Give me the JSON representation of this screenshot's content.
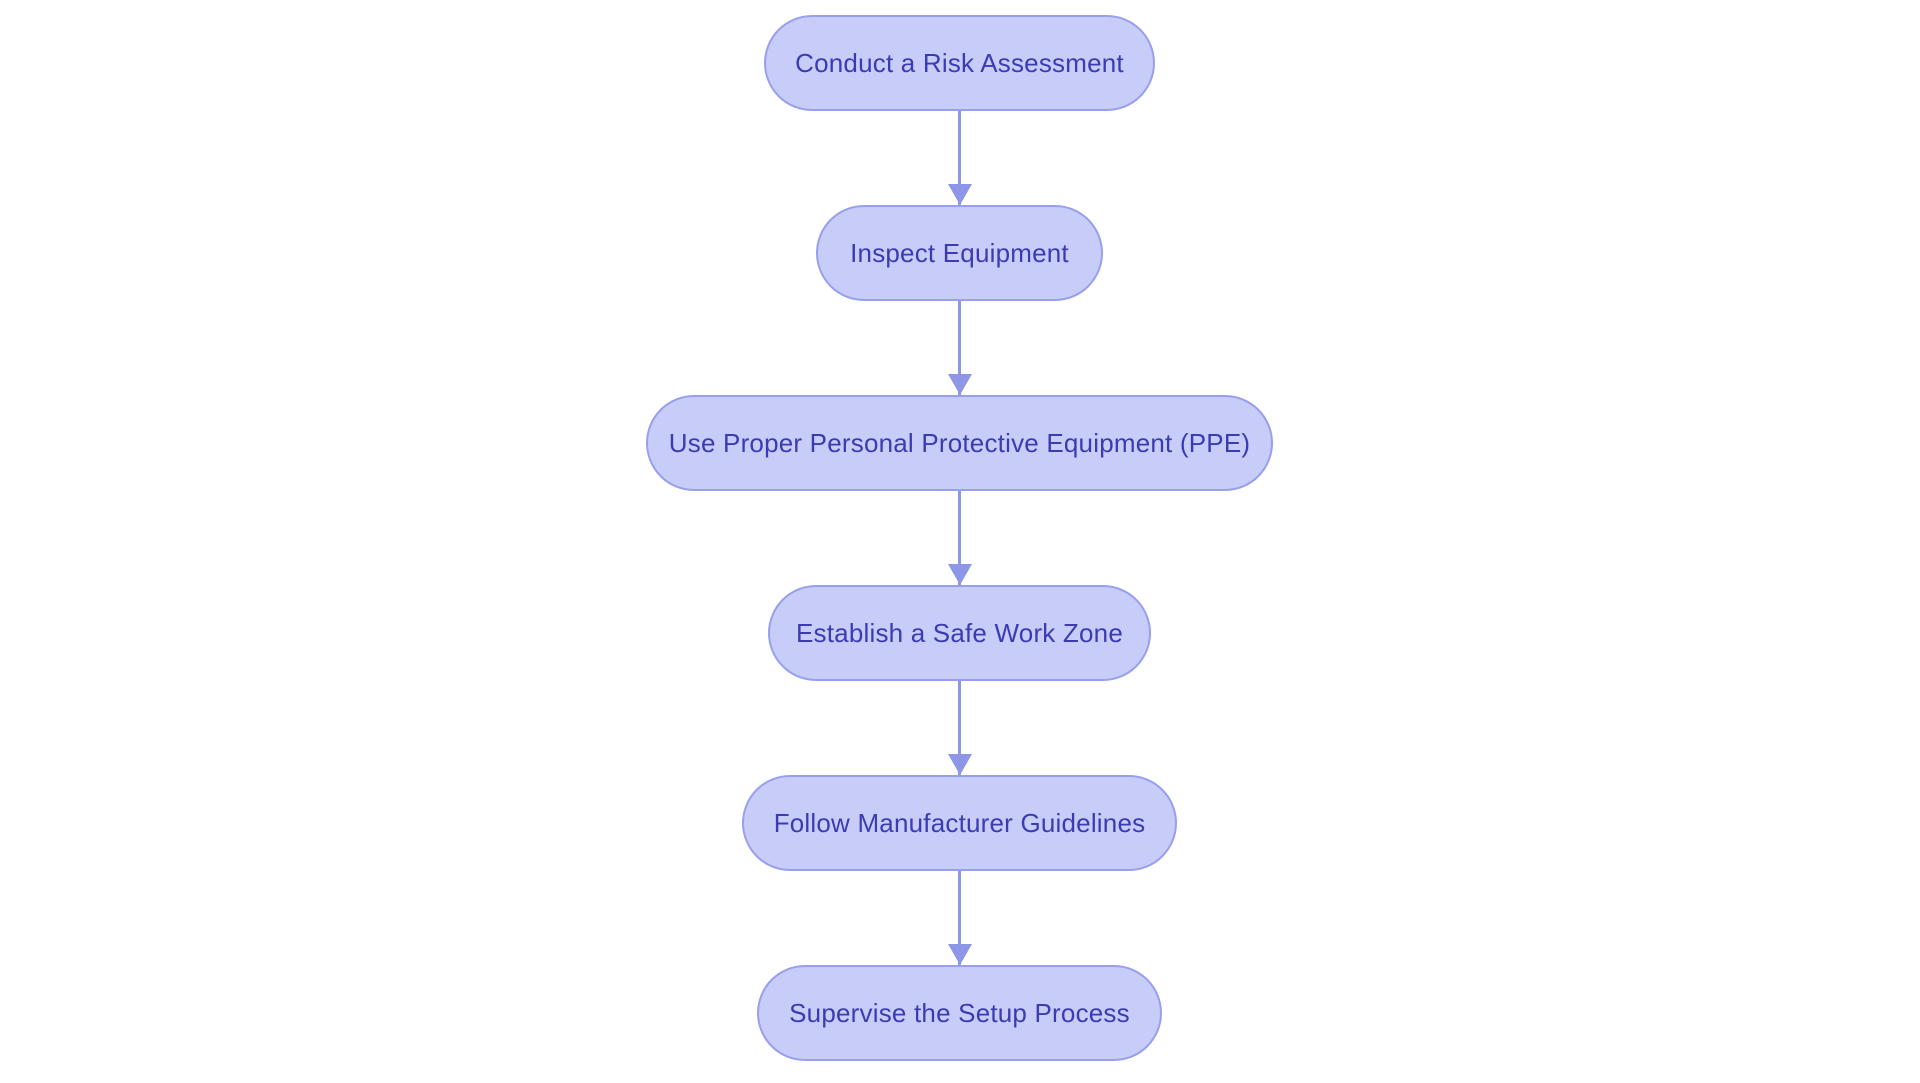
{
  "diagram": {
    "type": "flowchart",
    "direction": "top-down",
    "nodes": [
      {
        "id": "risk-assessment",
        "label": "Conduct a Risk Assessment"
      },
      {
        "id": "inspect-equipment",
        "label": "Inspect Equipment"
      },
      {
        "id": "use-ppe",
        "label": "Use Proper Personal Protective Equipment (PPE)"
      },
      {
        "id": "safe-work-zone",
        "label": "Establish a Safe Work Zone"
      },
      {
        "id": "manufacturer-guidelines",
        "label": "Follow Manufacturer Guidelines"
      },
      {
        "id": "supervise-setup",
        "label": "Supervise the Setup Process"
      }
    ],
    "connectors": [
      {
        "from": "risk-assessment",
        "to": "inspect-equipment"
      },
      {
        "from": "inspect-equipment",
        "to": "use-ppe"
      },
      {
        "from": "use-ppe",
        "to": "safe-work-zone"
      },
      {
        "from": "safe-work-zone",
        "to": "manufacturer-guidelines"
      },
      {
        "from": "manufacturer-guidelines",
        "to": "supervise-setup"
      }
    ]
  },
  "colors": {
    "background": "#ffffff",
    "node_fill": "#c8ccf8",
    "node_border": "#98a0ee",
    "node_text": "#3b3bb2",
    "arrow": "#8e96e8"
  }
}
